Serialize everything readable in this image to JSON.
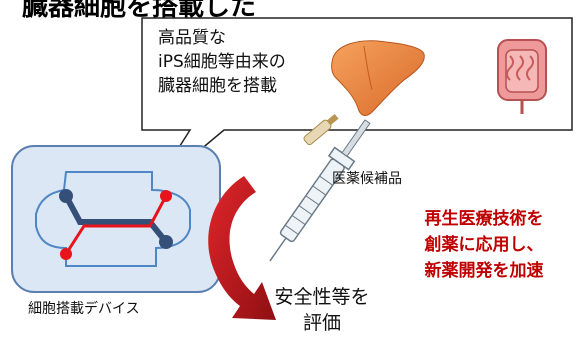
{
  "header": {
    "clipped_title": "臓器細胞を搭載した"
  },
  "callout": {
    "lines": [
      "高品質な",
      "iPS細胞等由来の",
      "臓器細胞を搭載"
    ],
    "icons": [
      "liver-icon",
      "intestine-icon"
    ]
  },
  "device": {
    "caption": "細胞搭載デバイス"
  },
  "drug": {
    "caption": "医薬候補品",
    "icon": "syringe-icon"
  },
  "evaluation": {
    "lines": [
      "安全性等を",
      "評価"
    ]
  },
  "message": {
    "lines": [
      "再生医療技術を",
      "創薬に応用し、",
      "新薬開発を加速"
    ],
    "color": "#c00000"
  },
  "colors": {
    "device_fill": "#dbe7f4",
    "device_border": "#5a7fb0",
    "channel": "#4e86c6",
    "red": "#e8141b",
    "navy": "#344f78",
    "arrow": "#c8161c"
  }
}
